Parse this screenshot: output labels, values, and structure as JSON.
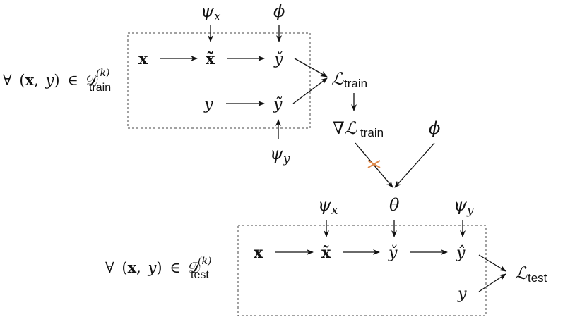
{
  "symbols": {
    "x_bold": "x",
    "x_tilde": "x̃",
    "y": "y",
    "y_check": "y̌",
    "y_tilde": "ỹ",
    "y_hat": "ŷ",
    "psi": "ψ",
    "x_sub": "x",
    "y_sub": "y",
    "phi": "ϕ",
    "theta": "θ",
    "nabla": "∇"
  },
  "train": {
    "quantifier": "∀",
    "open": "(",
    "comma": ",",
    "close": ")",
    "in": "∈",
    "dataset": "𝒟",
    "superscript": "(k)",
    "subscript": "train",
    "loss": "ℒ",
    "loss_sub": "train"
  },
  "test": {
    "quantifier": "∀",
    "open": "(",
    "comma": ",",
    "close": ")",
    "in": "∈",
    "dataset": "𝒟",
    "superscript": "(k)",
    "subscript": "test",
    "loss": "ℒ",
    "loss_sub": "test"
  },
  "colors": {
    "ink": "#111111",
    "box_border": "#444444",
    "blocked_mark": "#e0894a"
  }
}
